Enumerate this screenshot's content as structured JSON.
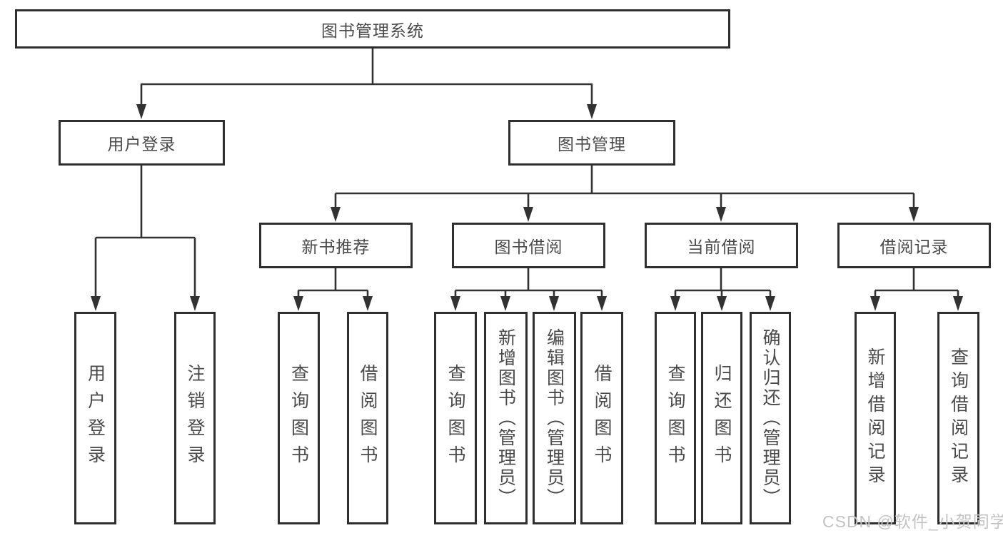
{
  "nodes": {
    "root": {
      "label": "图书管理系统"
    },
    "branches": [
      {
        "label": "用户登录"
      },
      {
        "label": "图书管理"
      }
    ],
    "modules": [
      {
        "label": "新书推荐"
      },
      {
        "label": "图书借阅"
      },
      {
        "label": "当前借阅"
      },
      {
        "label": "借阅记录"
      }
    ],
    "functions": [
      {
        "label": "用户登录"
      },
      {
        "label": "注销登录"
      },
      {
        "label": "查询图书"
      },
      {
        "label": "借阅图书"
      },
      {
        "label": "查询图书"
      },
      {
        "label": "新增图书（管理员）"
      },
      {
        "label": "编辑图书（管理员）"
      },
      {
        "label": "借阅图书"
      },
      {
        "label": "查询图书"
      },
      {
        "label": "归还图书"
      },
      {
        "label": "确认归还（管理员）"
      },
      {
        "label": "新增借阅记录"
      },
      {
        "label": "查询借阅记录"
      }
    ]
  },
  "watermark": {
    "text": "CSDN @软件_小贺同学"
  },
  "colors": {
    "line": "#323232",
    "border": "#2e2e2e",
    "text": "#4a4a4a",
    "watermark": "#c3c3c3",
    "background": "#ffffff"
  }
}
